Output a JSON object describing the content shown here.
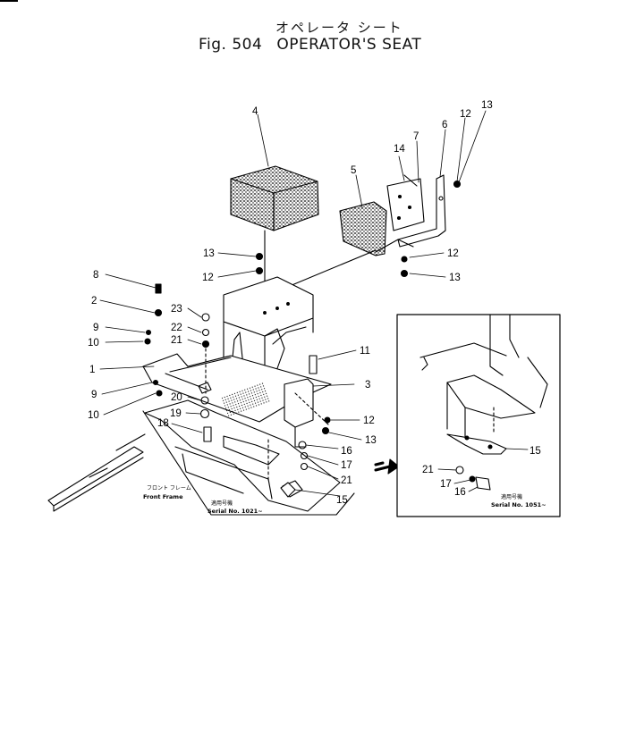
{
  "title": {
    "japanese": "オペレータ シート",
    "figure": "Fig. 504",
    "english": "OPERATOR'S SEAT"
  },
  "callouts": [
    "1",
    "2",
    "3",
    "4",
    "5",
    "6",
    "7",
    "8",
    "9",
    "9",
    "10",
    "10",
    "11",
    "12",
    "12",
    "12",
    "12",
    "13",
    "13",
    "13",
    "13",
    "14",
    "15",
    "15",
    "16",
    "16",
    "17",
    "17",
    "18",
    "19",
    "20",
    "21",
    "21",
    "21",
    "22",
    "23"
  ],
  "labels": {
    "front_frame_jp": "フロント フレーム",
    "front_frame_en": "Front Frame",
    "serial_main_jp": "適用号機",
    "serial_main": "Serial No. 1021~",
    "serial_inset_jp": "適用号機",
    "serial_inset": "Serial No. 1051~"
  },
  "colors": {
    "ink": "#000000",
    "paper": "#ffffff"
  }
}
